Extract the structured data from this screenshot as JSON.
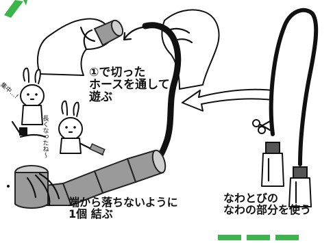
{
  "labels": {
    "step": "①で切った\nホースを通して\n遊ぶ",
    "knot": "端から落ちないように\n1個 結ぶ",
    "rope": "なわとびの\nなわの部分を使う",
    "bunny_left": "集中…!",
    "bunny_right": "長くなったね〜"
  },
  "colors": {
    "accent": "#39b54a",
    "ink": "#111111",
    "hose": "#9a9a9a"
  }
}
